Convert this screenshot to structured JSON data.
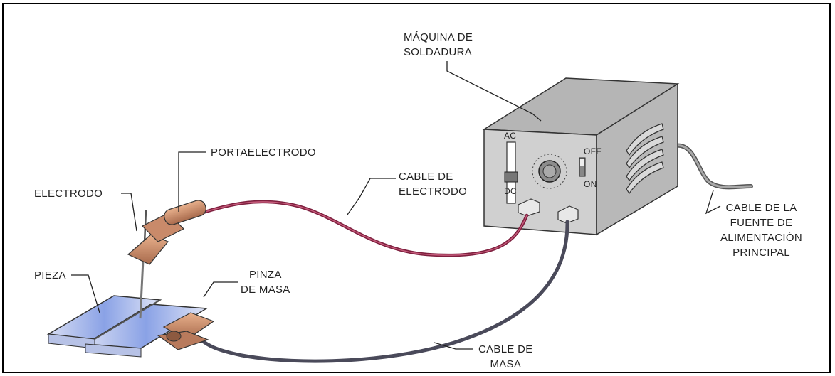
{
  "labels": {
    "maquina": [
      "MÁQUINA DE",
      "SOLDADURA"
    ],
    "portaelectrodo": "PORTAELECTRODO",
    "cable_electrodo": [
      "CABLE DE",
      "ELECTRODO"
    ],
    "electrodo": "ELECTRODO",
    "pieza": "PIEZA",
    "pinza": [
      "PINZA",
      "DE MASA"
    ],
    "cable_masa": [
      "CABLE DE",
      "MASA"
    ],
    "cable_fuente": [
      "CABLE DE LA",
      "FUENTE DE",
      "ALIMENTACIÓN",
      "PRINCIPAL"
    ]
  },
  "panel": {
    "ac": "AC",
    "dc": "DC",
    "off": "OFF",
    "on": "ON"
  },
  "colors": {
    "electrode_cable": "#8e2d4a",
    "ground_cable": "#4a4a5a",
    "machine": "#c9c9c9",
    "clamp": "#c98a6a",
    "plate": "#9ab0e8"
  }
}
